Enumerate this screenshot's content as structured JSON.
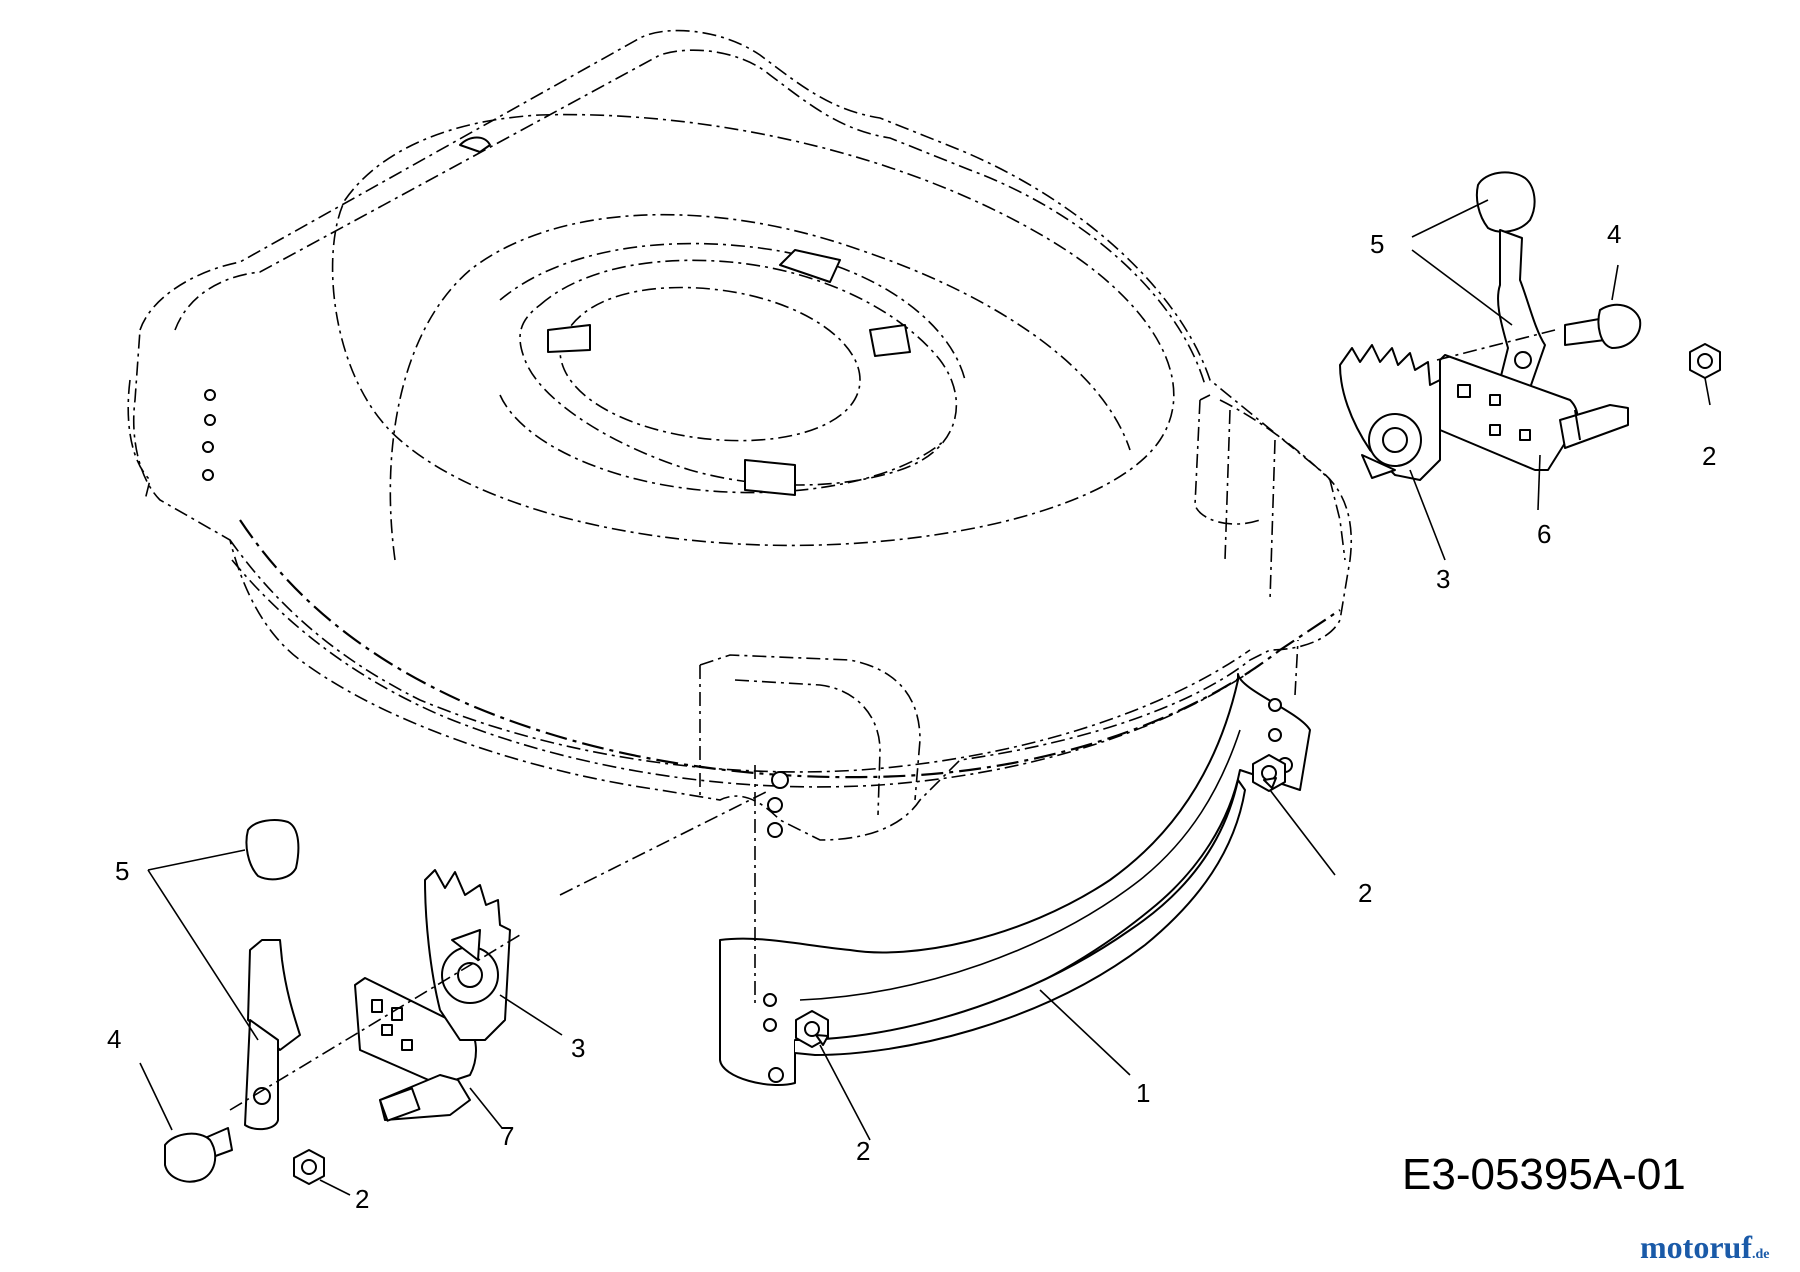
{
  "callouts": [
    {
      "label": "5"
    },
    {
      "label": "4"
    },
    {
      "label": "2"
    },
    {
      "label": "6"
    },
    {
      "label": "3"
    },
    {
      "label": "2"
    },
    {
      "label": "1"
    },
    {
      "label": "2"
    },
    {
      "label": "5"
    },
    {
      "label": "3"
    },
    {
      "label": "4"
    },
    {
      "label": "7"
    },
    {
      "label": "2"
    }
  ],
  "diagram_code": "E3-05395A-01",
  "watermark": {
    "brand": "motoruf",
    "tld": ".de",
    "colors": [
      "#1a5aa8",
      "#d23c2a",
      "#1f8a3a",
      "#e8a21c"
    ]
  }
}
